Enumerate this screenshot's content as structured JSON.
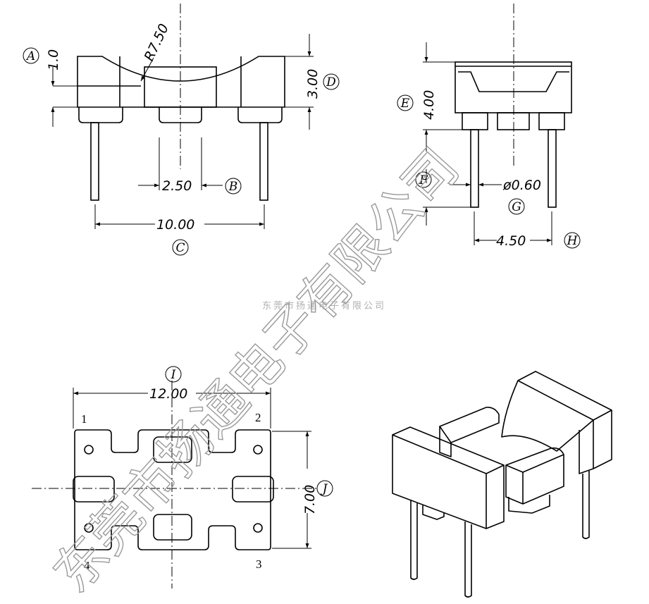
{
  "front_view": {
    "label_a": "A",
    "dim_a": "1.0",
    "radius": "R7.50",
    "label_d": "D",
    "dim_d": "3.00",
    "label_b": "B",
    "dim_b": "2.50",
    "label_c": "C",
    "dim_c": "10.00"
  },
  "side_view": {
    "label_e": "E",
    "dim_e": "4.00",
    "label_f": "F",
    "label_g": "G",
    "dim_g": "ø0.60",
    "label_h": "H",
    "dim_h": "4.50"
  },
  "bottom_view": {
    "label_i": "I",
    "dim_i": "12.00",
    "label_j": "J",
    "dim_j": "7.00",
    "pin_labels": [
      "1",
      "2",
      "3",
      "4"
    ]
  },
  "watermark": {
    "small": "东莞市扬通电子有限公司",
    "large": "东莞市扬通电子有限公司"
  }
}
